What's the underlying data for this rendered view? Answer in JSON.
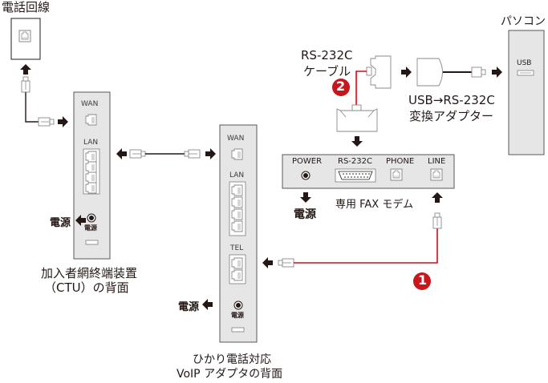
{
  "diagram": {
    "title": "FAX modem connection diagram",
    "colors": {
      "line_black": "#231815",
      "cable_red": "#e60012",
      "badge_red": "#c8161d",
      "device_fill": "#e6e6e6",
      "device_border": "#595757",
      "port_border": "#898989"
    },
    "phone_line": {
      "label": "電話回線"
    },
    "ctu": {
      "caption_line1": "加入者網終端装置",
      "caption_line2": "（CTU）の背面",
      "wan_label": "WAN",
      "lan_label": "LAN",
      "power_label": "電源",
      "power_out_label": "電源"
    },
    "voip": {
      "caption_line1": "ひかり電話対応",
      "caption_line2": "VoIP アダプタの背面",
      "wan_label": "WAN",
      "lan_label": "LAN",
      "tel_label": "TEL",
      "power_label": "電源",
      "power_out_label": "電源"
    },
    "modem": {
      "caption": "専用 FAX モデム",
      "power_label": "POWER",
      "rs232c_label": "RS-232C",
      "phone_label": "PHONE",
      "line_label": "LINE",
      "power_out_label": "電源"
    },
    "rs232c_cable": {
      "label_line1": "RS-232C",
      "label_line2": "ケーブル",
      "badge": "2"
    },
    "usb_adapter": {
      "label_line1": "USB→RS-232C",
      "label_line2": "変換アダプター"
    },
    "pc": {
      "label": "パソコン",
      "usb_label": "USB"
    },
    "phone_cable": {
      "badge": "1"
    }
  }
}
